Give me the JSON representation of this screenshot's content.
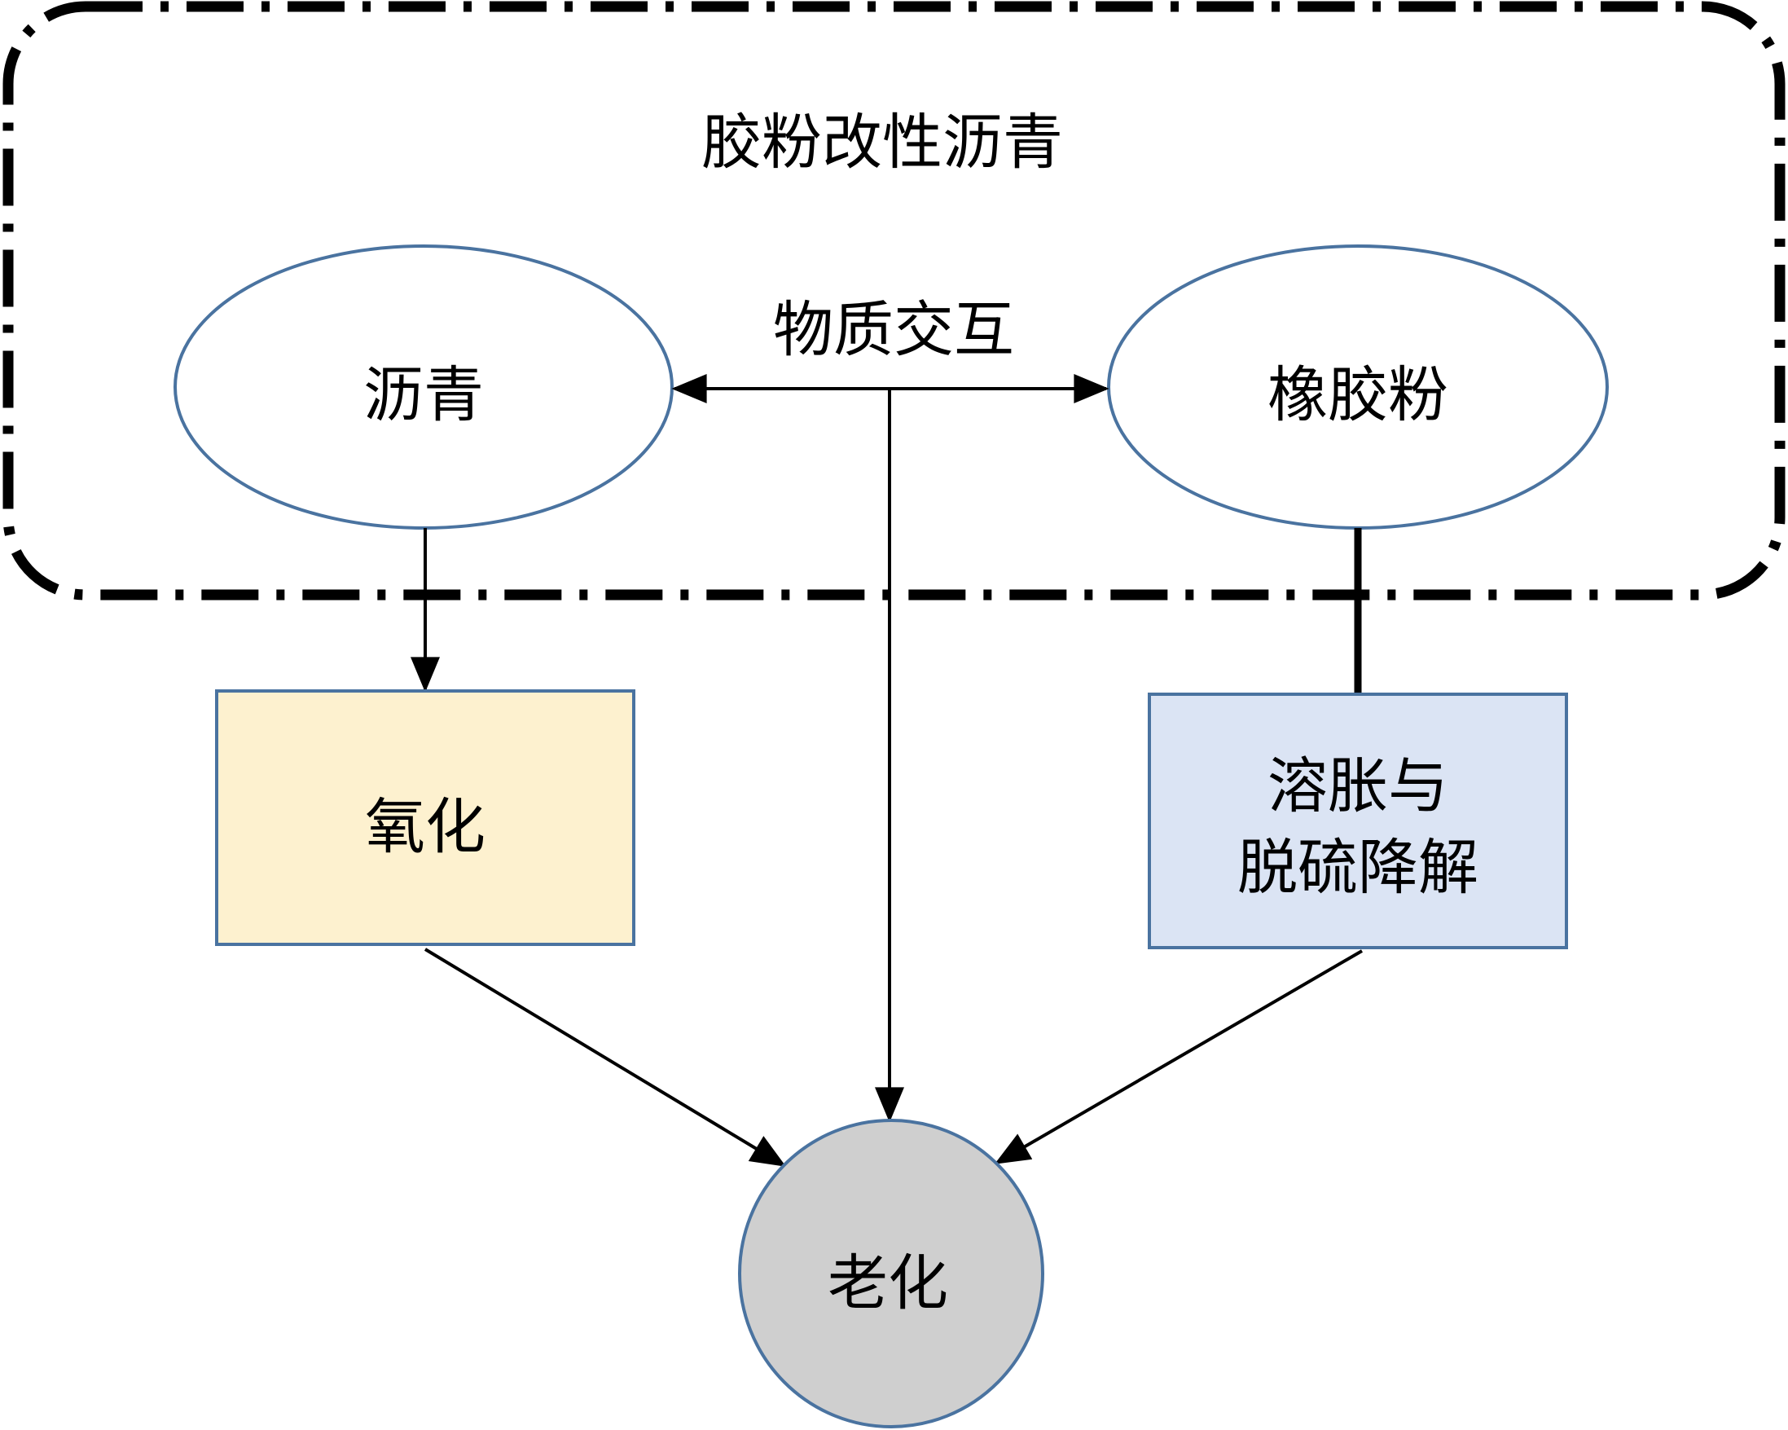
{
  "group": {
    "title": "胶粉改性沥青"
  },
  "nodes": {
    "asphalt": {
      "label": "沥青"
    },
    "rubber": {
      "label": "橡胶粉"
    },
    "oxidation": {
      "label": "氧化"
    },
    "swelling": {
      "line1": "溶胀与",
      "line2": "脱硫降解"
    },
    "aging": {
      "label": "老化"
    }
  },
  "edges": {
    "interaction": {
      "label": "物质交互"
    }
  },
  "colors": {
    "node_border": "#4a73a0",
    "oxidation_fill": "#fdf1cf",
    "swelling_fill": "#dbe4f4",
    "aging_fill": "#cfcfcf",
    "line": "#000000"
  }
}
